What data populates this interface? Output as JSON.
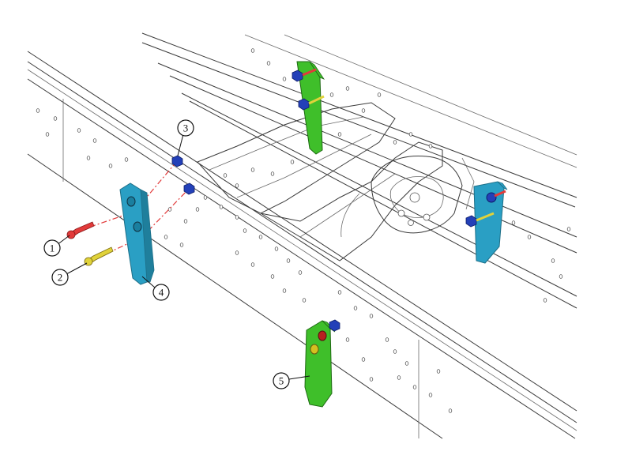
{
  "colors": {
    "bracket_left": "#2a9fc4",
    "bracket_green": "#3fbf2a",
    "bracket_blue_rear": "#2a9fc4",
    "bolt_red": "#e23a3a",
    "bolt_yellow": "#e0d23a",
    "nut_blue": "#2340b8",
    "frame_line": "#3a3a3a"
  },
  "callouts": [
    {
      "id": "1",
      "label": "1"
    },
    {
      "id": "2",
      "label": "2"
    },
    {
      "id": "3",
      "label": "3"
    },
    {
      "id": "4",
      "label": "4"
    },
    {
      "id": "5",
      "label": "5"
    }
  ]
}
